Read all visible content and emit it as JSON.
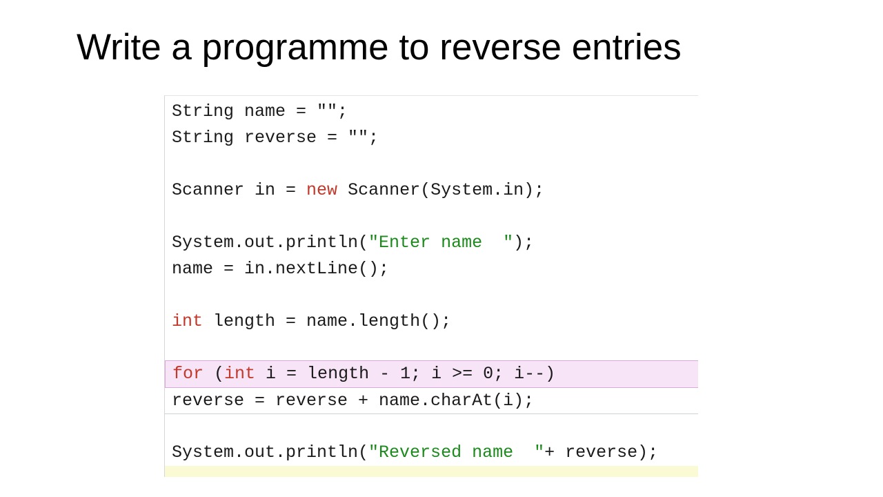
{
  "slide": {
    "title": "Write a programme to reverse entries"
  },
  "code": {
    "line1": {
      "text": "String name = \"\";"
    },
    "line2": {
      "text": "String reverse = \"\";"
    },
    "line3": {
      "pre": "Scanner in = ",
      "kw": "new",
      "post": " Scanner(System.in);"
    },
    "line4": {
      "pre": "System.out.println(",
      "str": "\"Enter name  \"",
      "post": ");"
    },
    "line5": {
      "text": "name = in.nextLine();"
    },
    "line6": {
      "kw": "int",
      "post": " length = name.length();"
    },
    "line7": {
      "kw1": "for",
      "mid": " (",
      "kw2": "int",
      "post": " i = length - 1; i >= 0; i--)"
    },
    "line8": {
      "text": "reverse = reverse + name.charAt(i);"
    },
    "line9": {
      "pre": "System.out.println(",
      "str": "\"Reversed name  \"",
      "post": "+ reverse);"
    }
  },
  "colors": {
    "keyword": "#c0392b",
    "string": "#1c8a1c",
    "current_line_bg": "#f7e4f7"
  }
}
